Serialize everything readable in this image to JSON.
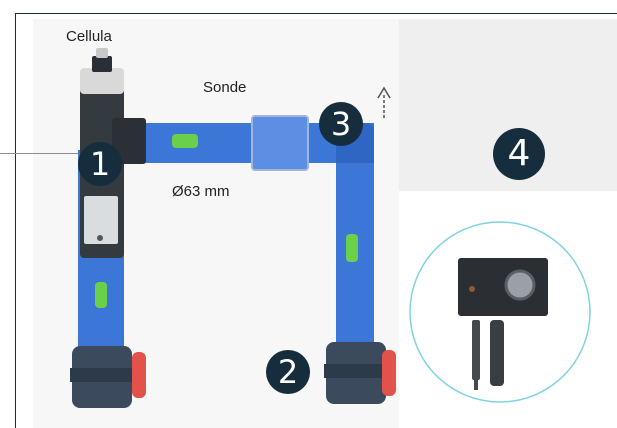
{
  "labels": {
    "cell": "Cellula",
    "probes": "Sonde",
    "diameter": "Ø63 mm"
  },
  "badges": {
    "b1": "1",
    "b2": "2",
    "b3": "3",
    "b4": "4"
  },
  "colors": {
    "pipe": "#3c76d6",
    "badge": "#152d3d",
    "valve_handle": "#e2524a",
    "valve_body": "#3b4a5c",
    "indicator": "#6ad04a",
    "inset_ring": "#7fd3dd"
  }
}
